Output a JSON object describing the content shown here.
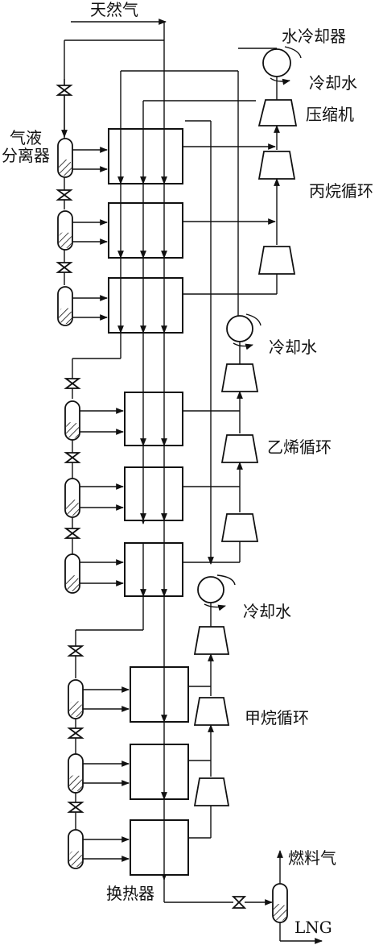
{
  "labels": {
    "natural_gas": "天然气",
    "water_cooler": "水冷却器",
    "cooling_water_1": "冷却水",
    "compressor": "压缩机",
    "propane_cycle": "丙烷循环",
    "gas_liquid_separator_line1": "气液",
    "gas_liquid_separator_line2": "分离器",
    "cooling_water_2": "冷却水",
    "ethylene_cycle": "乙烯循环",
    "cooling_water_3": "冷却水",
    "methane_cycle": "甲烷循环",
    "heat_exchanger": "换热器",
    "fuel_gas": "燃料气",
    "lng": "LNG"
  }
}
